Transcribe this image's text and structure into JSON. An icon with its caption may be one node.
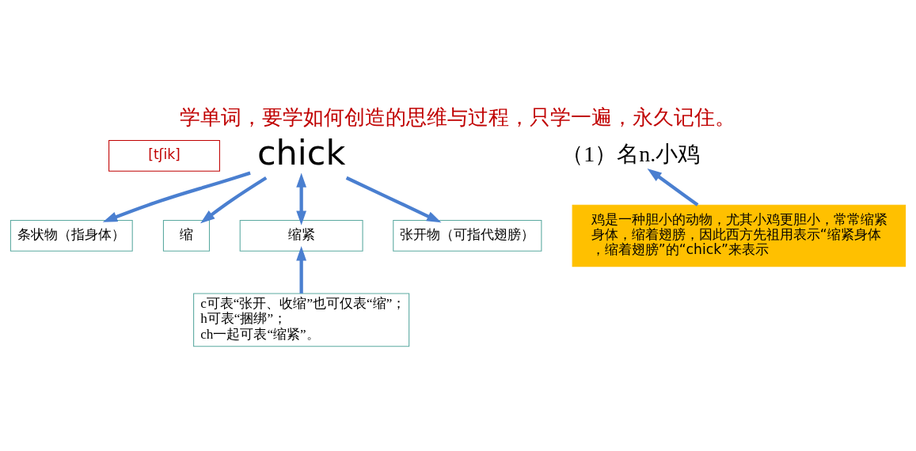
{
  "diagram": {
    "title": "学单词，要学如何创造的思维与过程，只学一遍，永久记住。",
    "nodes": [
      {
        "text": [
          "条状物（指身体）"
        ]
      },
      {
        "text": [
          "缩"
        ]
      },
      {
        "text": [
          "[tʃik]"
        ]
      },
      {
        "text": [
          "chick"
        ]
      },
      {
        "text": [
          "（1）名n.小鸡"
        ]
      },
      {
        "text": [
          "缩紧"
        ]
      },
      {
        "text": [
          "张开物（可指代翅膀）"
        ]
      },
      {
        "text": [
          "c可表“张开、收缩”也可仅表“缩”； h可表“捆绑”； ch一起可表“缩紧”。"
        ]
      },
      {
        "text": [
          "鸡是一种胆小的动物，尤其小鸡更胆小，常常缩紧身体，缩着翅膀，因此西方先祖用表示“缩紧身体，缩着翅膀”的“chick”来表示"
        ]
      }
    ],
    "edges": [
      {
        "from": 3,
        "to": 0,
        "arrow": "to"
      },
      {
        "from": 3,
        "to": 1,
        "arrow": "to"
      },
      {
        "from": 3,
        "to": 5,
        "arrow": "both"
      },
      {
        "from": 3,
        "to": 6,
        "arrow": "to"
      },
      {
        "from": 7,
        "to": 5,
        "arrow": "to"
      },
      {
        "from": 8,
        "to": 4,
        "arrow": "to"
      }
    ]
  }
}
